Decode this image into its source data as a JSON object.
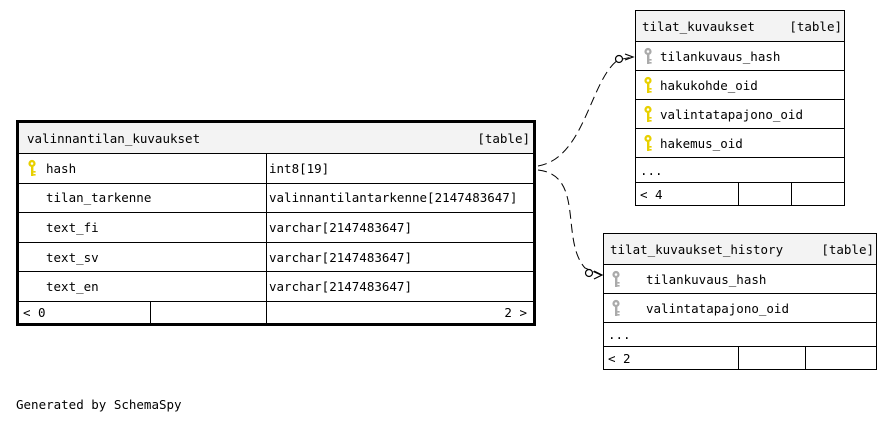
{
  "tables": {
    "main": {
      "name": "valinnantilan_kuvaukset",
      "kind": "[table]",
      "columns": [
        {
          "name": "hash",
          "type": "int8[19]",
          "key": "primary"
        },
        {
          "name": "tilan_tarkenne",
          "type": "valinnantilantarkenne[2147483647]",
          "key": ""
        },
        {
          "name": "text_fi",
          "type": "varchar[2147483647]",
          "key": ""
        },
        {
          "name": "text_sv",
          "type": "varchar[2147483647]",
          "key": ""
        },
        {
          "name": "text_en",
          "type": "varchar[2147483647]",
          "key": ""
        }
      ],
      "footer": {
        "left": "< 0",
        "right": "2 >"
      }
    },
    "tilat": {
      "name": "tilat_kuvaukset",
      "kind": "[table]",
      "columns": [
        {
          "name": "tilankuvaus_hash",
          "key": "foreign"
        },
        {
          "name": "hakukohde_oid",
          "key": "primary"
        },
        {
          "name": "valintatapajono_oid",
          "key": "primary"
        },
        {
          "name": "hakemus_oid",
          "key": "primary"
        }
      ],
      "more": "...",
      "footer": {
        "left": "< 4"
      }
    },
    "history": {
      "name": "tilat_kuvaukset_history",
      "kind": "[table]",
      "columns": [
        {
          "name": "tilankuvaus_hash",
          "key": "foreign"
        },
        {
          "name": "valintatapajono_oid",
          "key": "foreign"
        }
      ],
      "more": "...",
      "footer": {
        "left": "< 2"
      }
    }
  },
  "colors": {
    "primary_key": "#e8d000",
    "foreign_key": "#aaaaaa",
    "header_bg": "#f3f3f3"
  },
  "generated_by": "Generated by SchemaSpy"
}
